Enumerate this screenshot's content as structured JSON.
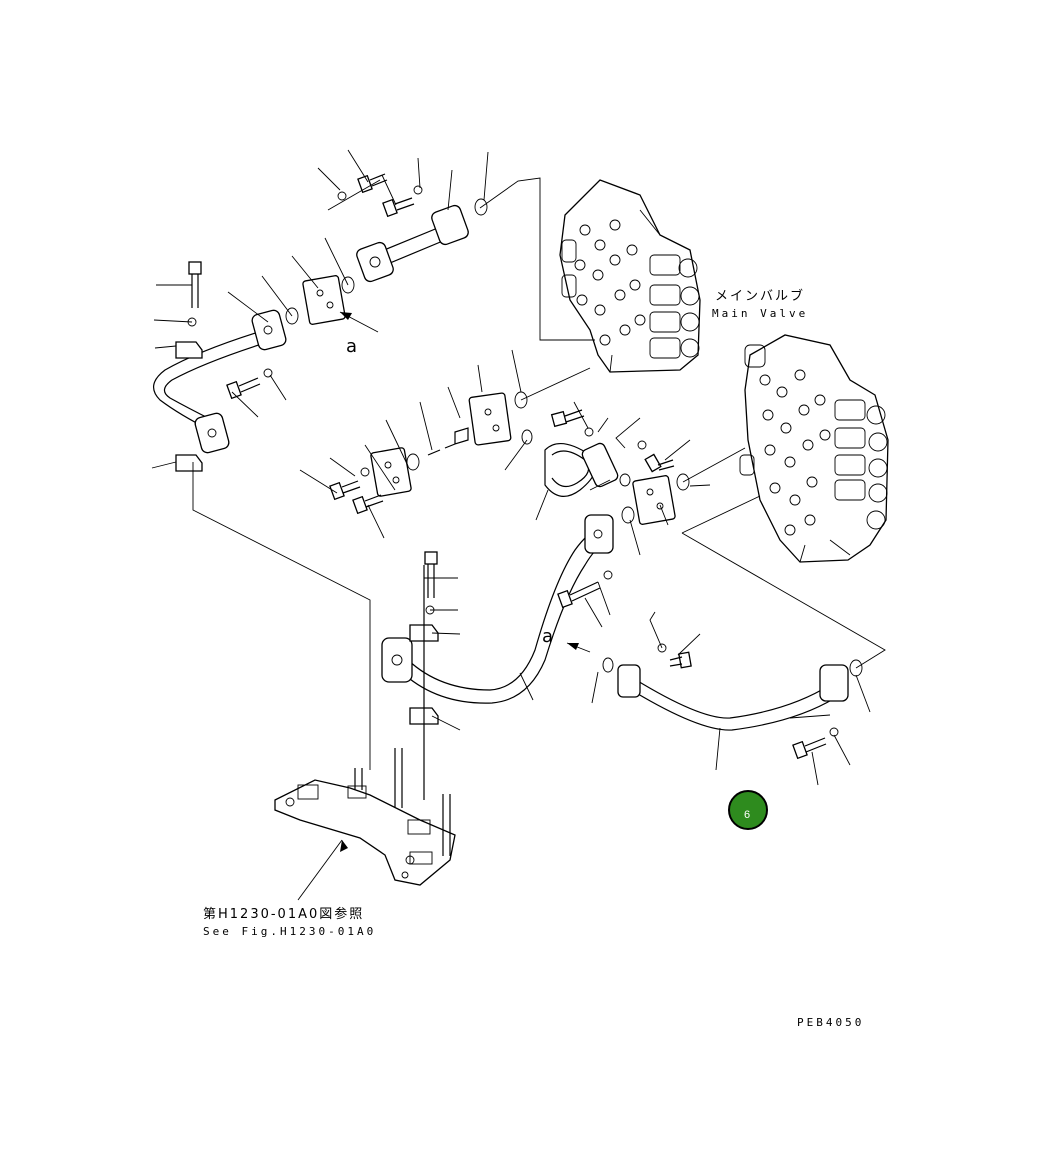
{
  "labels": {
    "main_valve_jp": "メインバルブ",
    "main_valve_en": "Main Valve",
    "see_fig_jp": "第H1230-01A0図参照",
    "see_fig_en": "See Fig.H1230-01A0",
    "ref_a_top": "a",
    "ref_a_bottom": "a",
    "drawing_code": "PEB4050"
  },
  "badge": {
    "number": "6",
    "color": "#2e8b1e"
  }
}
